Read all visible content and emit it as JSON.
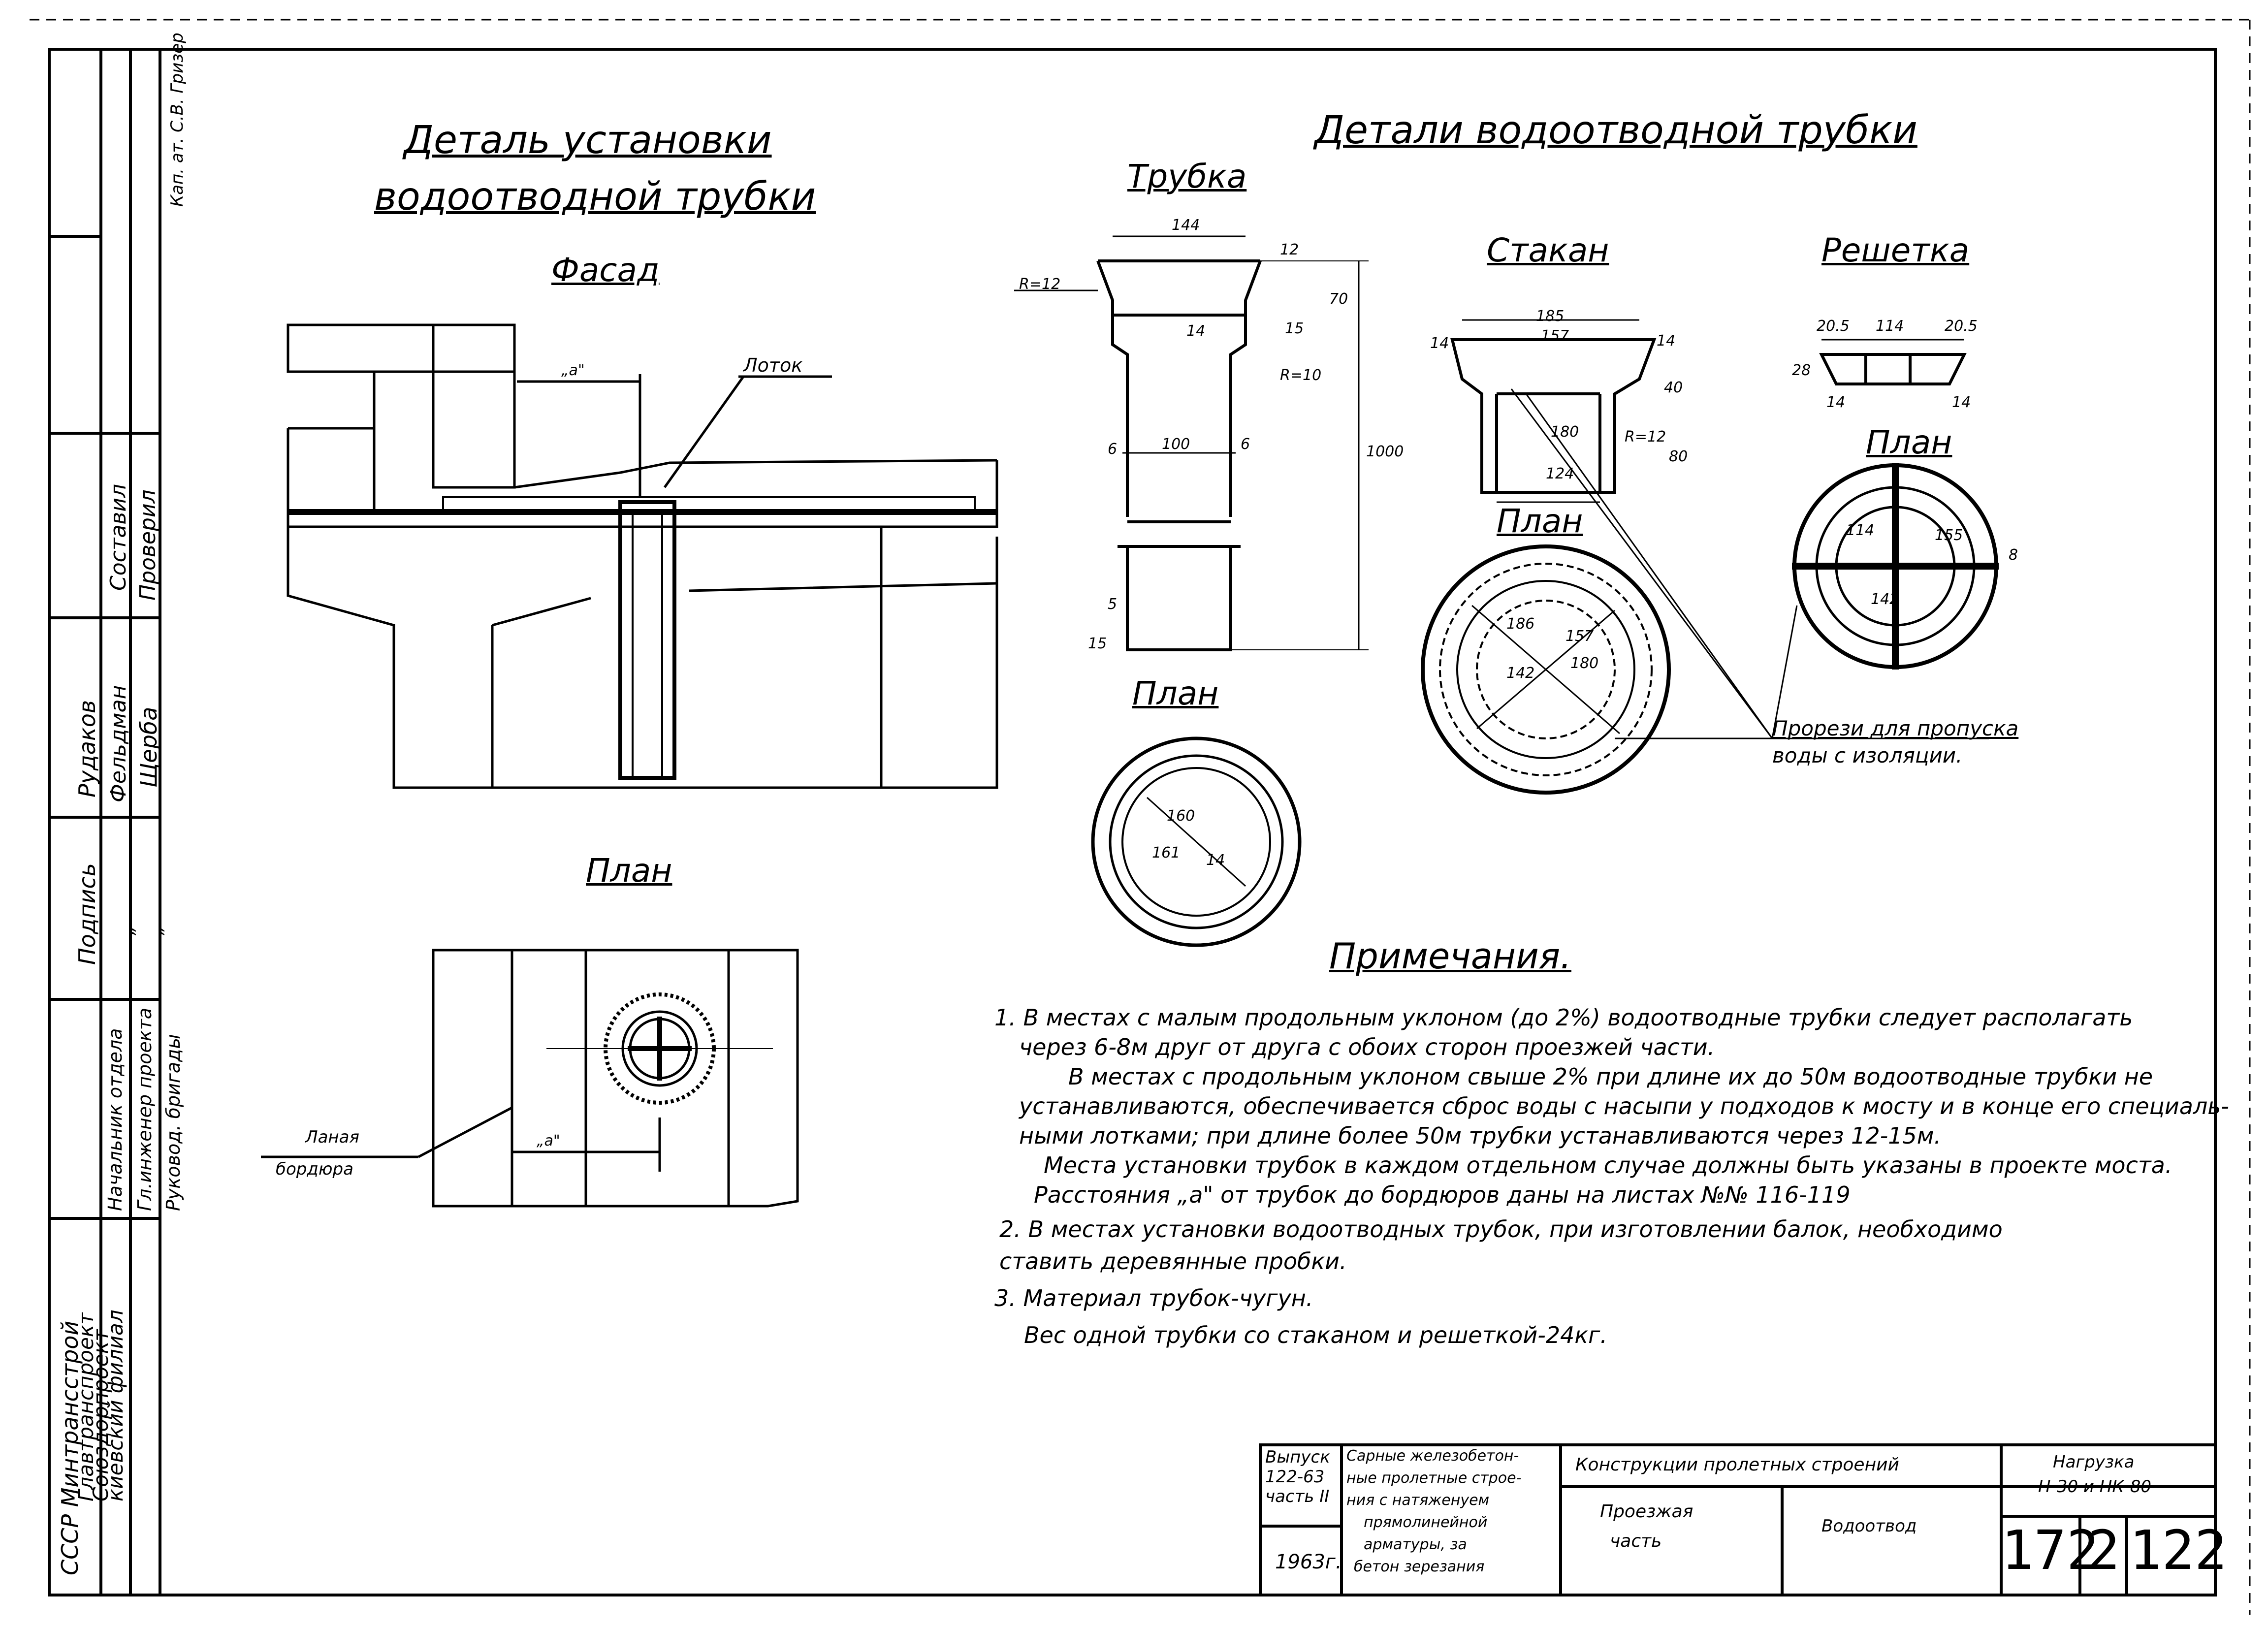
{
  "left_titleblock": {
    "org": [
      "СССР Минтрансстрой",
      "Главтранспроект",
      "Союздорпроект",
      "киевский филиал"
    ],
    "roles": [
      "Начальник отдела",
      "Гл.инженер проекта",
      "Руковод. бригады"
    ],
    "podpis_header": "Подпись",
    "podpis_marks": [
      "„",
      "„"
    ],
    "names": [
      "Рудаков",
      "Фельдман",
      "Щерба"
    ],
    "sostavil": "Составил",
    "proveril": "Проверил",
    "corner_note": "Кап. ат. С.В. Гризер"
  },
  "left_section": {
    "title_line1": "Деталь установки",
    "title_line2": "водоотводной трубки",
    "facade": "Фасад",
    "lotok": "Лоток",
    "a_label": "„а\"",
    "plan": "План",
    "edge_label_line1": "Ланая",
    "edge_label_line2": "бордюра"
  },
  "right_section": {
    "title": "Детали водоотводной трубки",
    "tube": "Трубка",
    "cup": "Стакан",
    "grid": "Решетка",
    "plan": "План",
    "slots_note_line1": "Прорези для пропуска",
    "slots_note_line2": "воды с изоляции.",
    "dims": {
      "d144": "144",
      "d12": "12",
      "r12": "R=12",
      "d70": "70",
      "d14": "14",
      "d15": "15",
      "r10": "R=10",
      "d1000": "1000",
      "d100": "100",
      "d6": "6",
      "d5": "5",
      "d185": "185",
      "d157": "157",
      "d40": "40",
      "d180": "180",
      "d80": "80",
      "d124": "124",
      "d205": "20.5",
      "d114": "114",
      "d28": "28",
      "d155": "155",
      "d8": "8",
      "d142": "142",
      "d186": "186",
      "d160": "160",
      "d161": "161",
      "d180b": "180"
    }
  },
  "notes": {
    "heading": "Примечания.",
    "lines": [
      "1. В местах с малым продольным уклоном (до 2%) водоотводные трубки следует располагать",
      "через 6-8м друг от друга с обоих сторон проезжей части.",
      "В местах с продольным уклоном свыше 2% при длине их до 50м водоотводные трубки не",
      "устанавливаются, обеспечивается сброс воды с насыпи у подходов к мосту и в конце его специаль-",
      "ными лотками; при длине более 50м трубки устанавливаются через 12-15м.",
      "Места установки трубок в каждом отдельном случае должны быть указаны в проекте моста.",
      "Расстояния „а\" от трубок до бордюров даны на листах №№ 116-119",
      "2. В местах установки водоотводных трубок, при изготовлении балок, необходимо",
      "ставить деревянные пробки.",
      "3. Материал трубок-чугун.",
      "Вес одной трубки со стаканом и решеткой-24кг."
    ]
  },
  "bottom_stamp": {
    "vypusk": [
      "Выпуск",
      "122-63",
      "часть II"
    ],
    "year": "1963г.",
    "series": [
      "Cарные железобетон-",
      "ные пролетные строе-",
      "ния с натяженуем",
      "прямолинейной",
      "арматуры, за",
      "бетон зерезания"
    ],
    "section": "Конструкции пролетных строений",
    "part": [
      "Проезжая",
      "часть"
    ],
    "item": "Водоотвод",
    "load": [
      "Нагрузка",
      "Н-30 и НК-80"
    ],
    "sheet_a": "172",
    "sheet_b": "2",
    "sheet_c": "122"
  }
}
